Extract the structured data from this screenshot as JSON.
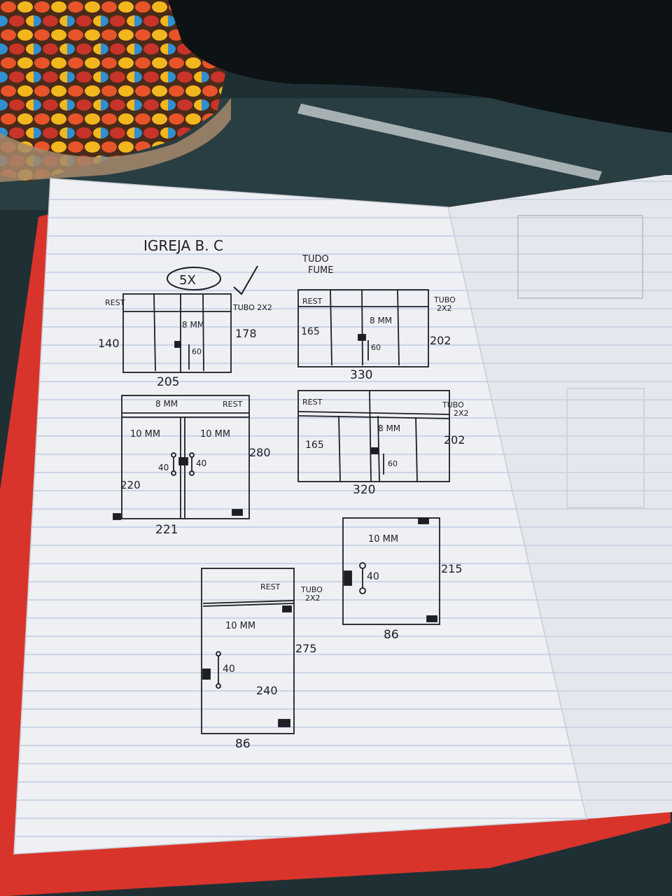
{
  "notes": {
    "title": "IGREJA B. C",
    "count": "5X",
    "finish_line1": "TUDO",
    "finish_line2": "FUME"
  },
  "sketch_1": {
    "rest": "REST",
    "tubo": "TUBO 2X2",
    "glass": "8 MM",
    "left_height": "140",
    "right_height": "178",
    "handle": "60",
    "width": "205"
  },
  "sketch_2": {
    "rest": "REST",
    "tubo_line1": "TUBO",
    "tubo_line2": "2X2",
    "glass": "8 MM",
    "left_height": "165",
    "right_height": "202",
    "handle": "60",
    "width": "330"
  },
  "sketch_3": {
    "top_glass": "8 MM",
    "rest": "REST",
    "left_glass": "10 MM",
    "right_glass": "10 MM",
    "handle_left": "40",
    "handle_right": "40",
    "right_height": "280",
    "left_height": "220",
    "width": "221"
  },
  "sketch_4": {
    "rest": "REST",
    "tubo_line1": "TUBO",
    "tubo_line2": "2X2",
    "glass": "8 MM",
    "left_height": "165",
    "right_height": "202",
    "handle": "60",
    "width": "320"
  },
  "sketch_5": {
    "glass": "10 MM",
    "handle": "40",
    "height": "215",
    "width": "86"
  },
  "sketch_6": {
    "rest": "REST",
    "tubo_line1": "TUBO",
    "tubo_line2": "2X2",
    "glass": "10 MM",
    "handle": "40",
    "total_height": "275",
    "door_height": "240",
    "width": "86"
  },
  "colors": {
    "paper": "#eef0f4",
    "rule_line": "#b7c3dc",
    "ink": "#1e1e24",
    "notebook_cover": "#d9342b",
    "glass_table": "#22343a"
  }
}
